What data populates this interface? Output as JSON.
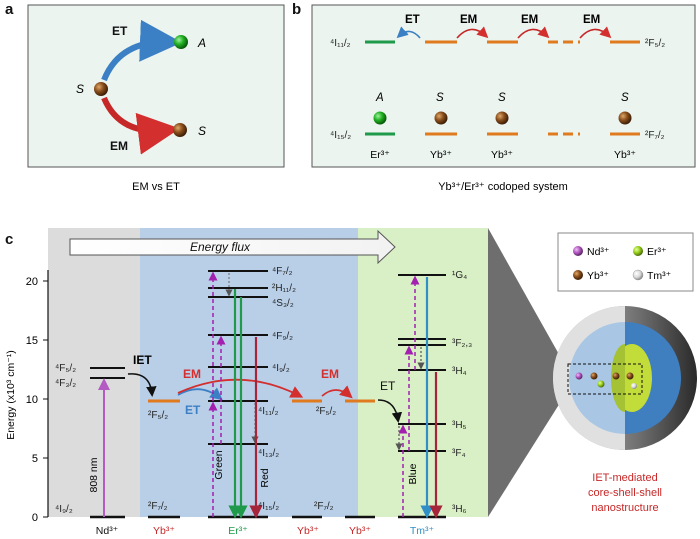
{
  "panel_a": {
    "label": "a",
    "caption": "EM vs ET",
    "et": "ET",
    "em": "EM",
    "s_left": "S",
    "a_right": "A",
    "s_right": "S"
  },
  "panel_b": {
    "label": "b",
    "caption": "Yb³⁺/Er³⁺ codoped system",
    "et": "ET",
    "em1": "EM",
    "em2": "EM",
    "em3": "EM",
    "i112": "⁴I₁₁/₂",
    "i152": "⁴I₁₅/₂",
    "f52": "²F₅/₂",
    "f72": "²F₇/₂",
    "a": "A",
    "s1": "S",
    "s2": "S",
    "s3": "S",
    "ions": [
      "Er³⁺",
      "Yb³⁺",
      "Yb³⁺",
      "Yb³⁺"
    ]
  },
  "panel_c": {
    "label": "c",
    "energy_flux": "Energy flux",
    "ylabel": "Energy (x10³ cm⁻¹)",
    "yticks": [
      "0",
      "5",
      "10",
      "15",
      "20"
    ],
    "nd_levels": [
      "⁴F₅/₂",
      "⁴F₃/₂",
      "⁴I₉/₂"
    ],
    "yb_levels": [
      "²F₅/₂",
      "²F₇/₂"
    ],
    "er_levels": [
      "⁴F₇/₂",
      "²H₁₁/₂",
      "⁴S₃/₂",
      "⁴F₉/₂",
      "⁴I₉/₂",
      "⁴I₁₁/₂",
      "⁴I₁₃/₂",
      "⁴I₁₅/₂"
    ],
    "yb2_levels": [
      "²F₅/₂",
      "²F₇/₂"
    ],
    "tm_levels": [
      "¹G₄",
      "³F₂,₃",
      "³H₄",
      "³H₅",
      "³F₄",
      "³H₆"
    ],
    "iet": "IET",
    "et1": "ET",
    "em1": "EM",
    "em2": "EM",
    "et2": "ET",
    "nm808": "808 nm",
    "green": "Green",
    "red": "Red",
    "blue": "Blue",
    "ions": [
      "Nd³⁺",
      "Yb³⁺",
      "Er³⁺",
      "Yb³⁺",
      "Yb³⁺",
      "Tm³⁺"
    ],
    "legend": [
      "Nd³⁺",
      "Er³⁺",
      "Yb³⁺",
      "Tm³⁺"
    ],
    "caption_line1": "IET-mediated",
    "caption_line2": "core-shell-shell",
    "caption_line3": "nanostructure",
    "colors": {
      "nd": "#b35bc2",
      "yb": "#e07a1f",
      "er": "#1e9a4a",
      "tm": "#2f8fc6",
      "em_red": "#d32f2f",
      "et_blue": "#3b7fc4"
    }
  }
}
